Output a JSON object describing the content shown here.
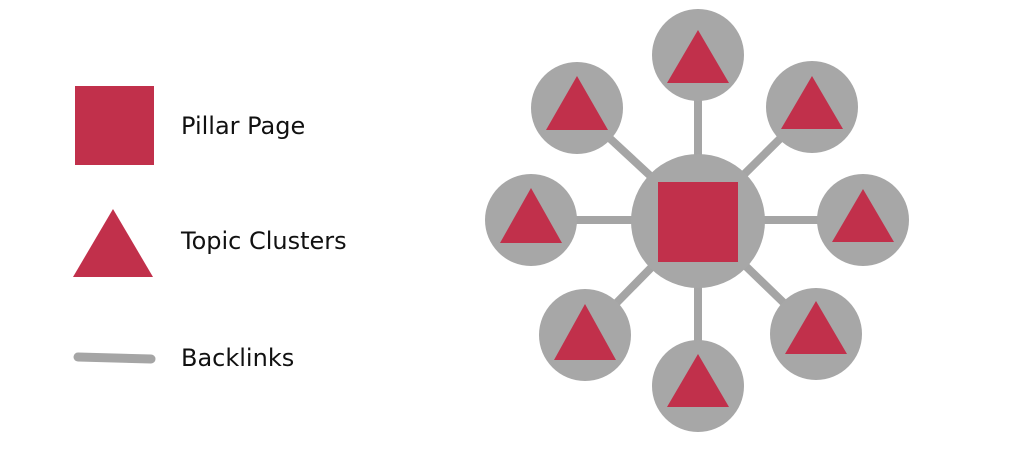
{
  "colors": {
    "accent": "#c1304b",
    "node_gray": "#a7a7a7",
    "line_gray": "#a5a5a5",
    "text": "#111111",
    "background": "#ffffff"
  },
  "legend": {
    "items": [
      {
        "label": "Pillar Page",
        "icon": "square-icon"
      },
      {
        "label": "Topic Clusters",
        "icon": "triangle-icon"
      },
      {
        "label": "Backlinks",
        "icon": "line-icon"
      }
    ]
  },
  "diagram": {
    "pillar": {
      "icon": "square-icon"
    },
    "clusters": [
      {
        "id": "top"
      },
      {
        "id": "top-right"
      },
      {
        "id": "right"
      },
      {
        "id": "bottom-right"
      },
      {
        "id": "bottom"
      },
      {
        "id": "bottom-left"
      },
      {
        "id": "left"
      },
      {
        "id": "top-left"
      }
    ]
  }
}
